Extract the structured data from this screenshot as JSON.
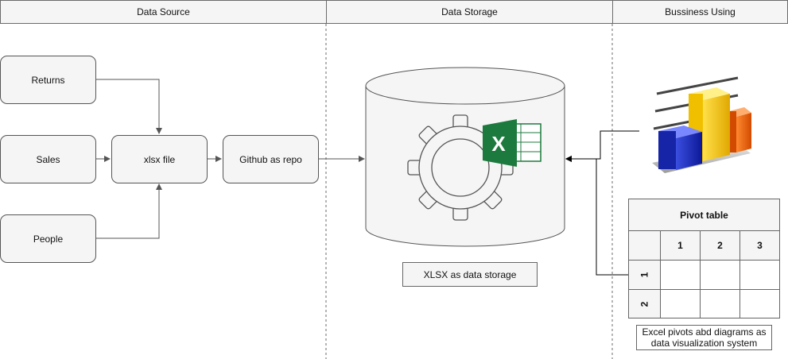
{
  "lanes": {
    "source": "Data Source",
    "storage": "Data Storage",
    "business": "Bussiness Using"
  },
  "nodes": {
    "returns": "Returns",
    "sales": "Sales",
    "people": "People",
    "xlsx_file": "xlsx file",
    "github": "Github as repo"
  },
  "storage_label": "XLSX as data storage",
  "pivot": {
    "title": "Pivot table",
    "col_headers": [
      "1",
      "2",
      "3"
    ],
    "row_headers": [
      "1",
      "2"
    ]
  },
  "caption": "Excel pivots abd diagrams as data visualization system",
  "icons": {
    "storage": "database-cylinder-icon",
    "gear": "gear-icon",
    "excel": "excel-icon",
    "chart": "3d-bar-chart-icon"
  },
  "colors": {
    "excel_green": "#1d7a3e",
    "bar_blue": "#2436c8",
    "bar_yellow": "#f5c400",
    "bar_orange": "#ef6a10"
  }
}
